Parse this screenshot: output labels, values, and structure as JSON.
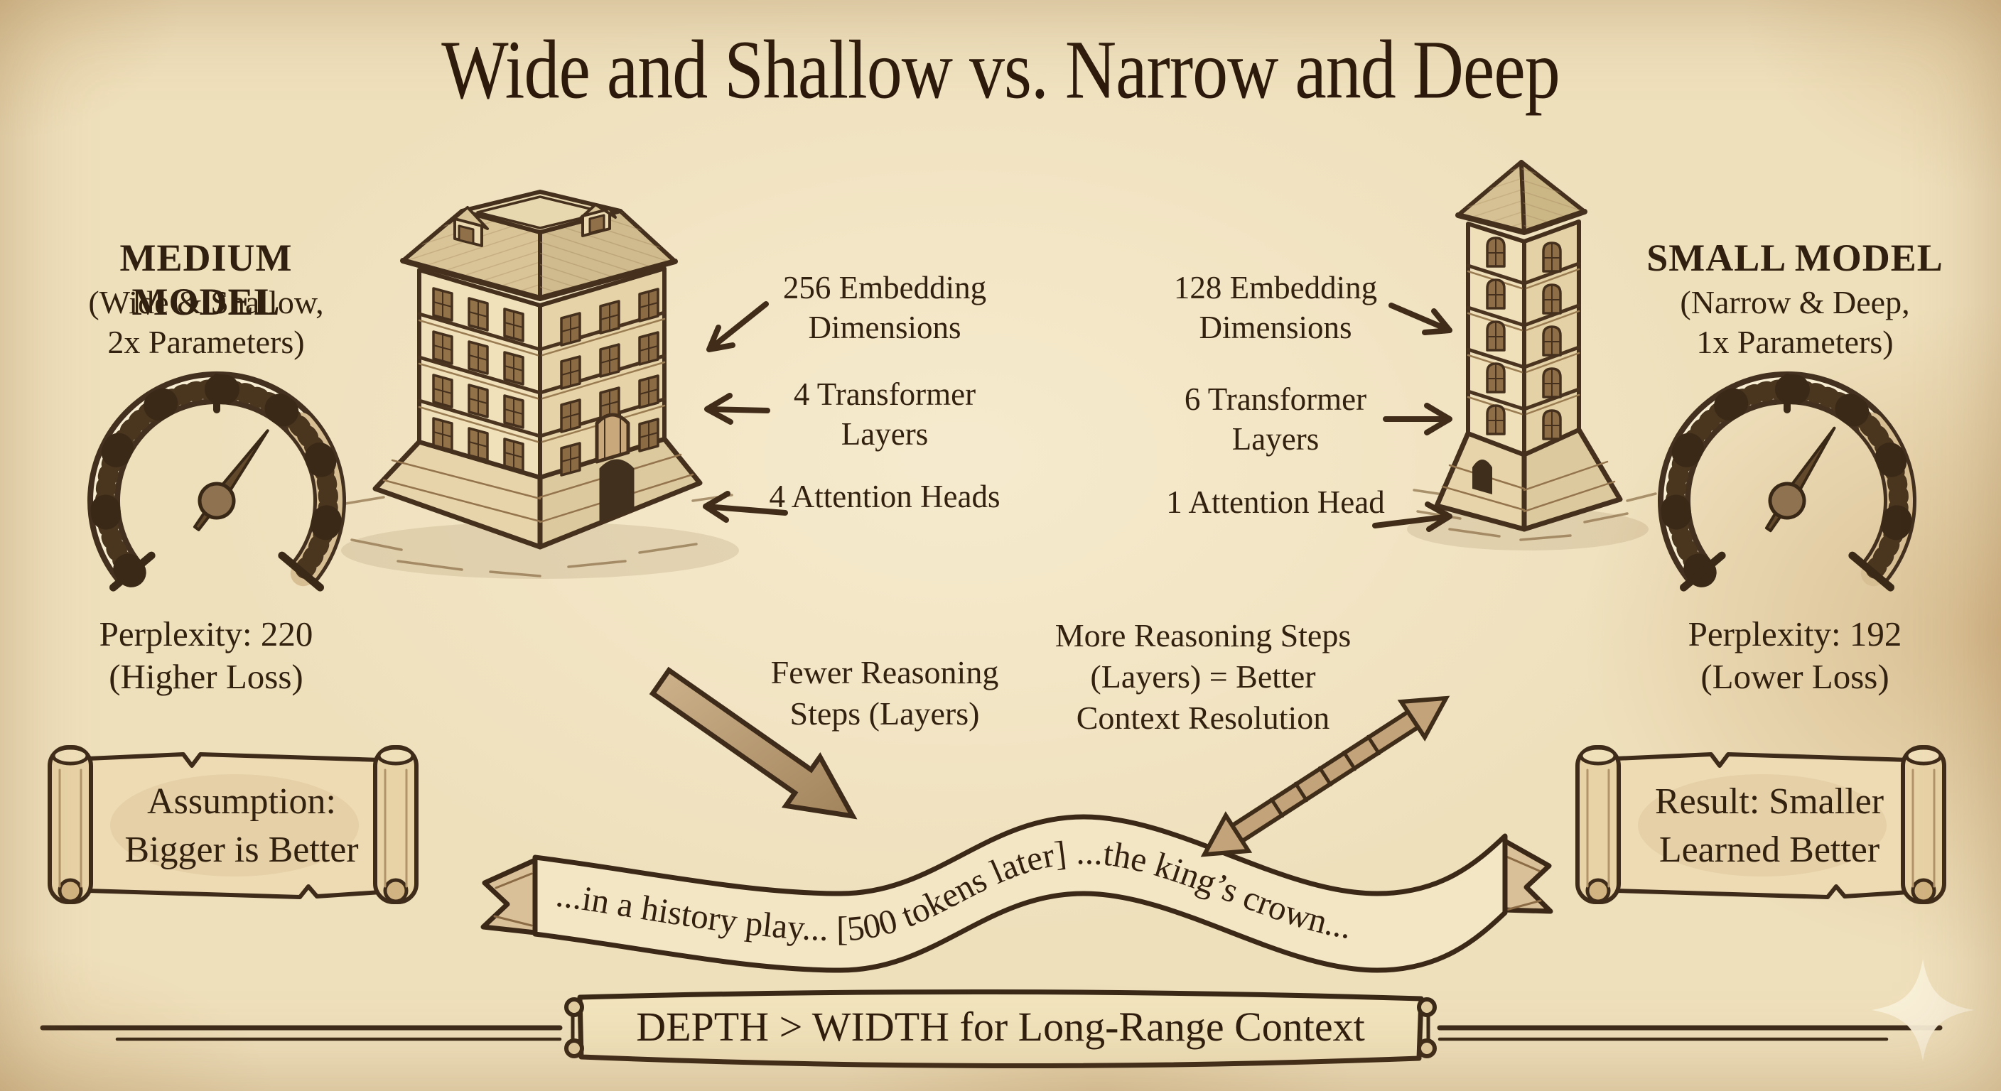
{
  "title": "Wide and Shallow vs. Narrow and Deep",
  "medium_model": {
    "heading": "MEDIUM MODEL",
    "subheading": "(Wide & Shallow, 2x Parameters)",
    "perplexity": "Perplexity: 220",
    "loss_note": "(Higher Loss)",
    "annotations": {
      "embedding": "256 Embedding Dimensions",
      "layers": "4 Transformer Layers",
      "heads": "4 Attention Heads"
    },
    "note": "Fewer Reasoning Steps (Layers)",
    "scroll": {
      "line1": "Assumption:",
      "line2": "Bigger is Better"
    }
  },
  "small_model": {
    "heading": "SMALL MODEL",
    "subheading": "(Narrow & Deep, 1x Parameters)",
    "perplexity": "Perplexity: 192",
    "loss_note": "(Lower Loss)",
    "annotations": {
      "embedding": "128 Embedding Dimensions",
      "layers": "6 Transformer Layers",
      "heads": "1 Attention Head"
    },
    "note": "More Reasoning Steps (Layers) = Better Context Resolution",
    "scroll": {
      "line1": "Result: Smaller",
      "line2": "Learned Better"
    }
  },
  "ribbon_text": "...in a history play... [500 tokens later] ...the king’s crown...",
  "bottom_banner": "DEPTH > WIDTH for Long-Range Context",
  "colors": {
    "ink": "#33210f",
    "parchment": "#f0e1bd",
    "arrow_tan": "#c3a379"
  }
}
